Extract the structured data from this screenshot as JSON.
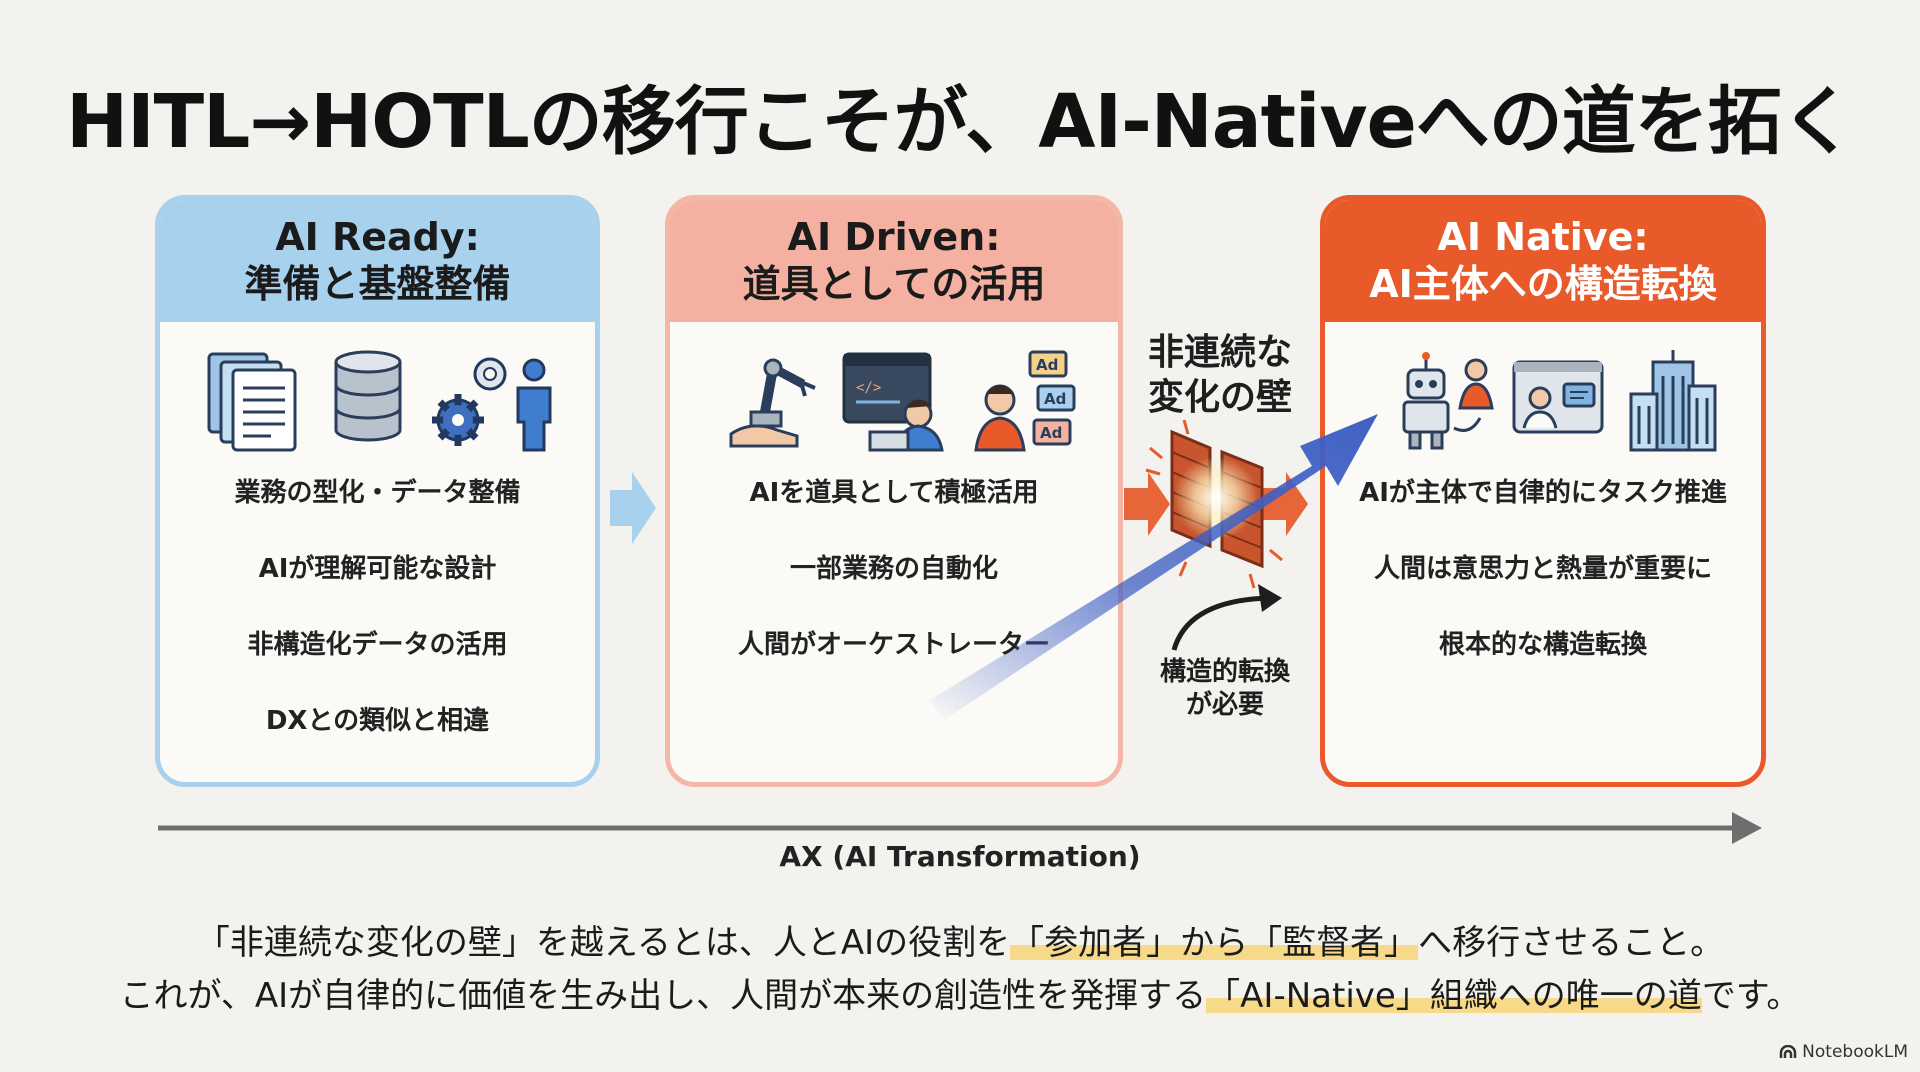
{
  "title": "HITL→HOTLの移行こそが、AI-Nativeへの道を拓く",
  "cards": [
    {
      "heading_line1": "AI Ready:",
      "heading_line2": "準備と基盤整備",
      "items": [
        "業務の型化・データ整備",
        "AIが理解可能な設計",
        "非構造化データの活用",
        "DXとの類似と相違"
      ]
    },
    {
      "heading_line1": "AI Driven:",
      "heading_line2": "道具としての活用",
      "items": [
        "AIを道具として積極活用",
        "一部業務の自動化",
        "人間がオーケストレーター"
      ]
    },
    {
      "heading_line1": "AI Native:",
      "heading_line2": "AI主体への構造転換",
      "items": [
        "AIが主体で自律的にタスク推進",
        "人間は意思力と熱量が重要に",
        "根本的な構造転換"
      ]
    }
  ],
  "wall": {
    "title_line1": "非連続な",
    "title_line2": "変化の壁",
    "note_line1": "構造的転換",
    "note_line2": "が必要"
  },
  "ad_label": "Ad",
  "axis_label": "AX (AI Transformation)",
  "bottom": {
    "line1_a": "「非連続な変化の壁」を越えるとは、人とAIの役割を",
    "line1_hl": "「参加者」から「監督者」",
    "line1_b": "へ移行させること。",
    "line2_a": "これが、AIが自律的に価値を生み出し、人間が本来の創造性を発揮する",
    "line2_hl": "「AI-Native」組織への唯一の道",
    "line2_b": "です。"
  },
  "watermark": "NotebookLM",
  "colors": {
    "ready": "#a8d1ee",
    "driven": "#f4b0a0",
    "native": "#e85a2a",
    "arrow": "#3e5fc4"
  }
}
